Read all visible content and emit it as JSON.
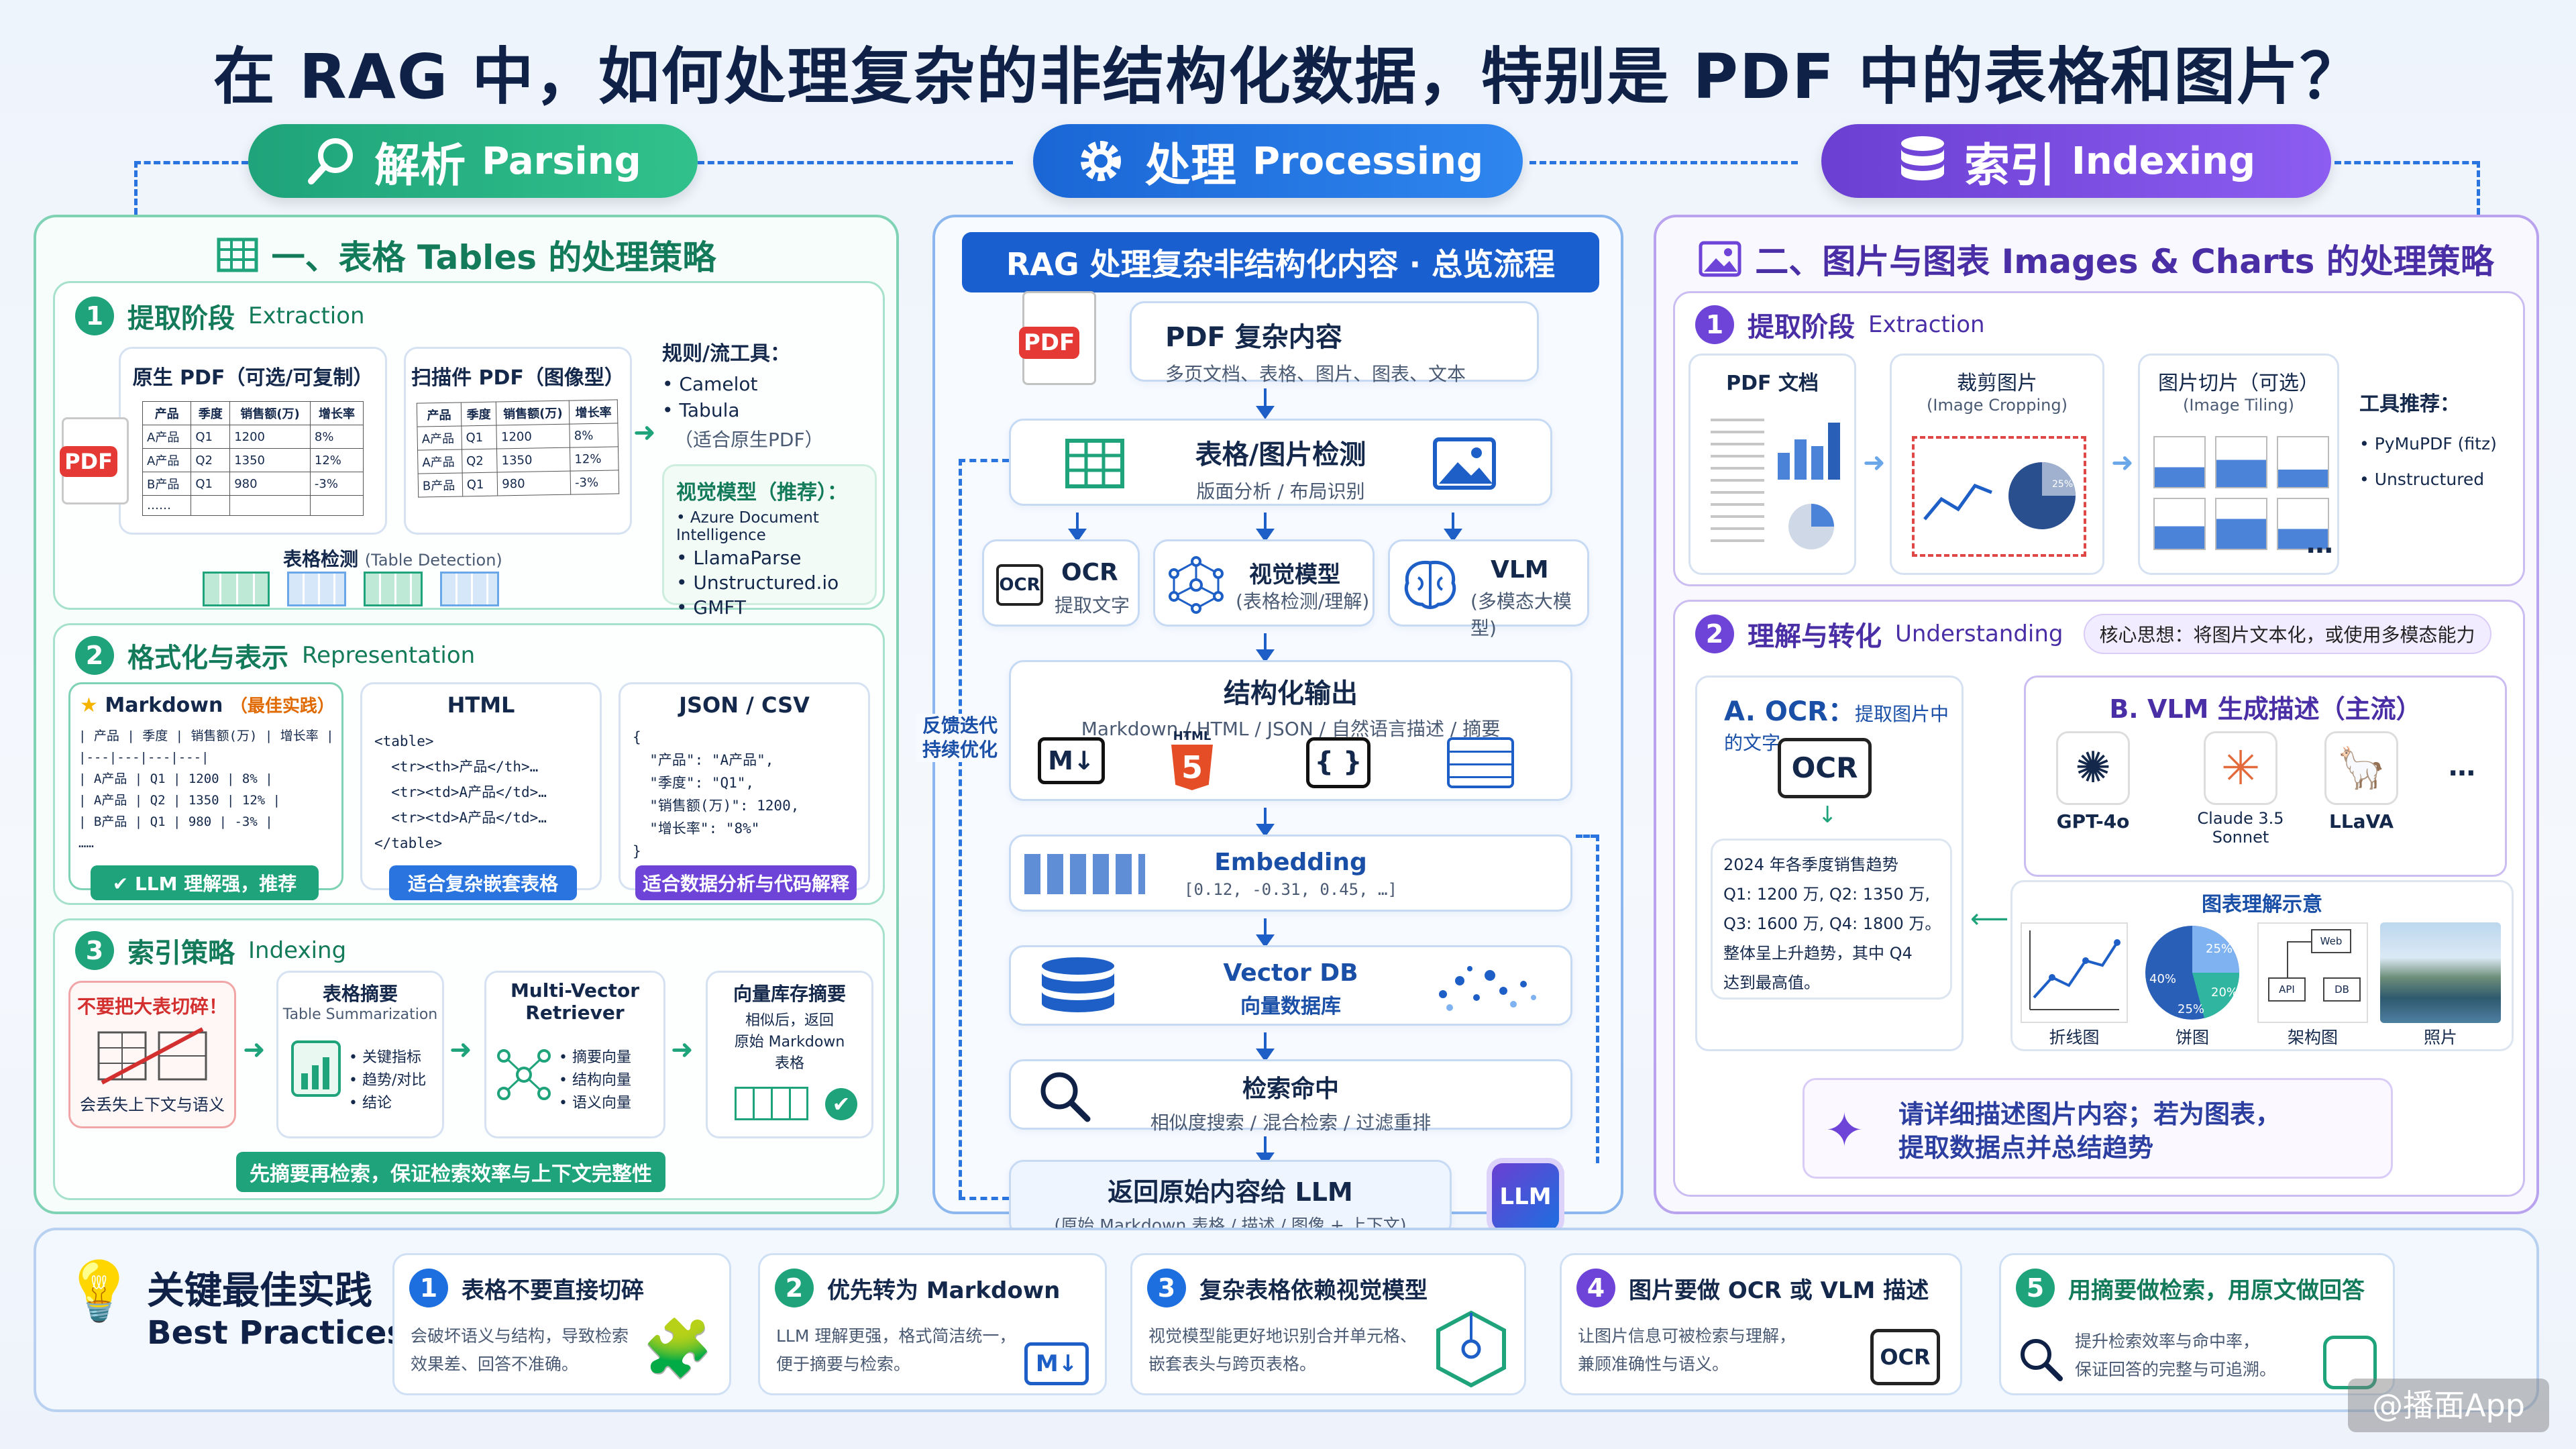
{
  "title": "在 RAG 中，如何处理复杂的非结构化数据，特别是 PDF 中的表格和图片？",
  "pills": {
    "parse_cn": "解析",
    "parse_en": "Parsing",
    "proc_cn": "处理",
    "proc_en": "Processing",
    "index_cn": "索引",
    "index_en": "Indexing"
  },
  "left": {
    "header": "一、表格 Tables 的处理策略",
    "s1": {
      "num": "1",
      "title": "提取阶段",
      "title_en": "Extraction",
      "original_pdf": "原生 PDF（可选/可复制）",
      "scanned_pdf": "扫描件 PDF（图像型）",
      "pdf_badge": "PDF",
      "table_headers": [
        "产品",
        "季度",
        "销售额(万)",
        "增长率"
      ],
      "table_rows": [
        [
          "A产品",
          "Q1",
          "1200",
          "8%"
        ],
        [
          "A产品",
          "Q2",
          "1350",
          "12%"
        ],
        [
          "B产品",
          "Q1",
          "980",
          "-3%"
        ]
      ],
      "ellipsis": "……",
      "detect": "表格检测",
      "detect_en": "(Table Detection)",
      "rules_title": "规则/流工具：",
      "rules": [
        "Camelot",
        "Tabula"
      ],
      "rules_note": "（适合原生PDF）",
      "vision_title": "视觉模型（推荐）：",
      "vision": [
        "Azure Document Intelligence",
        "LlamaParse",
        "Unstructured.io",
        "GMFT"
      ]
    },
    "s2": {
      "num": "2",
      "title": "格式化与表示",
      "title_en": "Representation",
      "md_title": "Markdown",
      "md_best": "（最佳实践）",
      "md_lines": [
        "| 产品 | 季度 | 销售额(万) | 增长率 |",
        "|---|---|---|---|",
        "| A产品 | Q1 | 1200 | 8% |",
        "| A产品 | Q2 | 1350 | 12% |",
        "| B产品 | Q1 | 980 | -3% |",
        "……"
      ],
      "md_tag": "LLM 理解强，推荐",
      "html_title": "HTML",
      "html_lines": [
        "<table>",
        "  <tr><th>产品</th>…",
        "  <tr><td>A产品</td>…",
        "  <tr><td>A产品</td>…",
        "</table>"
      ],
      "html_tag": "适合复杂嵌套表格",
      "json_title": "JSON / CSV",
      "json_lines": [
        "{",
        "  \"产品\": \"A产品\",",
        "  \"季度\": \"Q1\",",
        "  \"销售额(万)\": 1200,",
        "  \"增长率\": \"8%\"",
        "}"
      ],
      "json_tag": "适合数据分析与代码解释"
    },
    "s3": {
      "num": "3",
      "title": "索引策略",
      "title_en": "Indexing",
      "c1_title": "不要把大表切碎！",
      "c1_note": "会丢失上下文与语义",
      "c2_title": "表格摘要",
      "c2_en": "Table Summarization",
      "c2_items": [
        "关键指标",
        "趋势/对比",
        "结论"
      ],
      "c3_title": "Multi-Vector",
      "c3_en": "Retriever",
      "c3_items": [
        "摘要向量",
        "结构向量",
        "语义向量"
      ],
      "c4_title": "向量库存摘要",
      "c4_lines": [
        "相似后，返回",
        "原始 Markdown",
        "表格"
      ],
      "footer": "先摘要再检索，保证检索效率与上下文完整性"
    }
  },
  "mid": {
    "header": "RAG 处理复杂非结构化内容 · 总览流程",
    "pdf_badge": "PDF",
    "pdf_title": "PDF 复杂内容",
    "pdf_sub": "多页文档、表格、图片、图表、文本",
    "detect_title": "表格/图片检测",
    "detect_sub": "版面分析 / 布局识别",
    "ocr_title": "OCR",
    "ocr_sub": "提取文字",
    "ocr_icon": "OCR",
    "vm_title": "视觉模型",
    "vm_sub": "(表格检测/理解)",
    "vlm_title": "VLM",
    "vlm_sub": "(多模态大模型)",
    "struct_title": "结构化输出",
    "struct_sub": "Markdown / HTML / JSON / 自然语言描述 / 摘要",
    "md_icon": "M↓",
    "html_icon": "HTML",
    "html_num": "5",
    "json_icon": "{ }",
    "emb_title": "Embedding",
    "emb_sub": "[0.12, -0.31, 0.45, …]",
    "vdb_title": "Vector DB",
    "vdb_sub": "向量数据库",
    "ret_title": "检索命中",
    "ret_sub": "相似度搜索 / 混合检索 / 过滤重排",
    "llm_title": "返回原始内容给 LLM",
    "llm_sub": "(原始 Markdown 表格 / 描述 / 图像 + 上下文)",
    "llm_chip": "LLM",
    "feedback": [
      "反馈迭代",
      "持续优化"
    ]
  },
  "right": {
    "header": "二、图片与图表 Images & Charts 的处理策略",
    "s1": {
      "num": "1",
      "title": "提取阶段",
      "title_en": "Extraction",
      "doc": "PDF 文档",
      "crop": "裁剪图片",
      "crop_en": "(Image Cropping)",
      "tile": "图片切片（可选）",
      "tile_en": "(Image Tiling)",
      "tools_title": "工具推荐：",
      "tools": [
        "PyMuPDF (fitz)",
        "Unstructured"
      ],
      "pie_pct": "25%",
      "more": "…"
    },
    "s2": {
      "num": "2",
      "title": "理解与转化",
      "title_en": "Understanding",
      "core": "核心思想：将图片文本化，或使用多模态能力",
      "a_title": "A. OCR：",
      "a_sub": "提取图片中的文字",
      "ocr_icon": "OCR",
      "a_text": [
        "2024 年各季度销售趋势",
        "Q1: 1200 万, Q2: 1350 万,",
        "Q3: 1600 万, Q4: 1800 万。",
        "整体呈上升趋势，其中 Q4",
        "达到最高值。"
      ],
      "b_title": "B. VLM 生成描述（主流）",
      "models": [
        "GPT-4o",
        "Claude 3.5 Sonnet",
        "LLaVA"
      ],
      "models_more": "…",
      "ex_title": "图表理解示意",
      "examples": [
        "折线图",
        "饼图",
        "架构图",
        "照片"
      ],
      "pie_vals": [
        "25%",
        "40%",
        "20%",
        "25%"
      ],
      "arch_labels": [
        "Web",
        "API",
        "DB"
      ],
      "prompt": [
        "请详细描述图片内容；若为图表，",
        "提取数据点并总结趋势"
      ]
    }
  },
  "bp": {
    "title_cn": "关键最佳实践",
    "title_en": "Best Practices",
    "items": [
      {
        "num": "1",
        "title": "表格不要直接切碎",
        "desc": [
          "会破坏语义与结构，导致检索",
          "效果差、回答不准确。"
        ]
      },
      {
        "num": "2",
        "title": "优先转为 Markdown",
        "desc": [
          "LLM 理解更强，格式简洁统一，",
          "便于摘要与检索。"
        ],
        "icon": "M↓"
      },
      {
        "num": "3",
        "title": "复杂表格依赖视觉模型",
        "desc": [
          "视觉模型能更好地识别合并单元格、",
          "嵌套表头与跨页表格。"
        ]
      },
      {
        "num": "4",
        "title": "图片要做 OCR 或 VLM 描述",
        "desc": [
          "让图片信息可被检索与理解，",
          "兼顾准确性与语义。"
        ],
        "icon": "OCR"
      },
      {
        "num": "5",
        "title": "用摘要做检索，用原文做回答",
        "desc": [
          "提升检索效率与命中率，",
          "保证回答的完整与可追溯。"
        ]
      }
    ]
  },
  "watermark": "@播面App",
  "colors": {
    "green": "#1fa37a",
    "blue": "#1d6fe0",
    "purple": "#6e44d8",
    "navy": "#0f2147"
  }
}
